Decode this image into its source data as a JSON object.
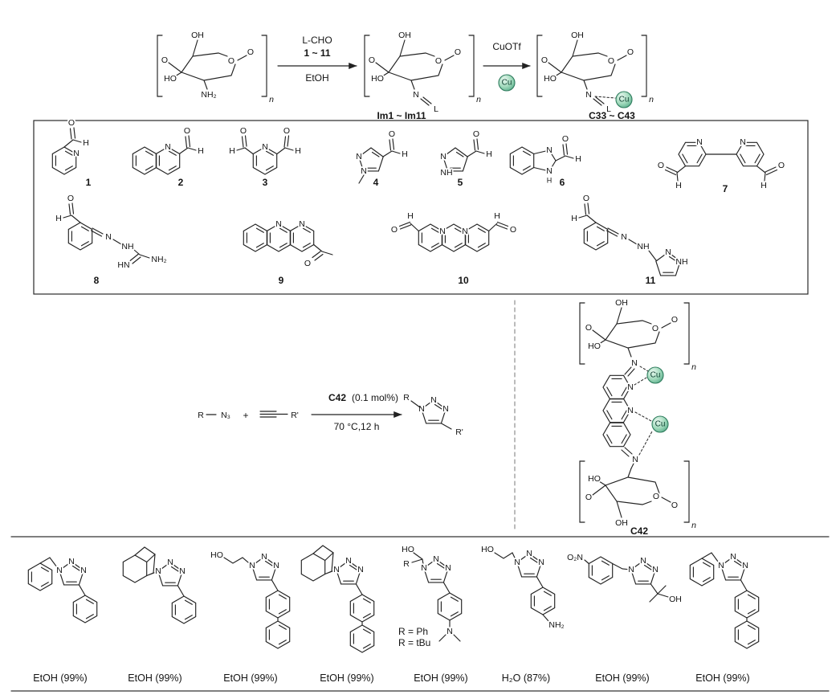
{
  "figure": {
    "scheme1": {
      "step1_top": "L-CHO",
      "step1_mid": "1 ~ 11",
      "step1_bottom": "EtOH",
      "imine_label": "Im1 ~ Im11",
      "step2_top": "CuOTf",
      "complex_label": "C33 ~ C43"
    },
    "ligand_labels": [
      "1",
      "2",
      "3",
      "4",
      "5",
      "6",
      "7",
      "8",
      "9",
      "10",
      "11"
    ],
    "click": {
      "catalyst": "C42",
      "loading": "(0.1 mol%)",
      "conditions": "70 °C,12 h",
      "plus": "+"
    },
    "complex": {
      "label": "C42"
    },
    "products": [
      {
        "yield": "EtOH (99%)"
      },
      {
        "yield": "EtOH (99%)"
      },
      {
        "yield": "EtOH (99%)"
      },
      {
        "yield": "EtOH (99%)"
      },
      {
        "yield": "EtOH (99%)",
        "r1": "R = Ph",
        "r2": "R = tBu"
      },
      {
        "yield": "H₂O (87%)"
      },
      {
        "yield": "EtOH (99%)"
      },
      {
        "yield": "EtOH (99%)"
      }
    ],
    "atoms": {
      "OH": "OH",
      "HO": "HO",
      "NH2": "NH₂",
      "O": "O",
      "H": "H",
      "N": "N",
      "NH": "NH",
      "HN": "HN",
      "n": "n",
      "L": "L",
      "Cu": "Cu",
      "R": "R",
      "Rp": "R'",
      "N3": "N₃",
      "O2N": "O₂N"
    },
    "colors": {
      "cu_sphere_light": "#e9f8ef",
      "cu_sphere_main": "#9ed8ba",
      "cu_sphere_dark": "#4ea583",
      "cu_sphere_edge": "#2f7d5e",
      "line": "#222222"
    }
  }
}
